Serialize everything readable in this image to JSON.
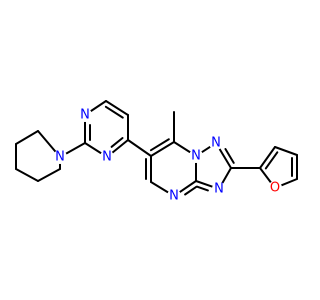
{
  "molecule": {
    "colors": {
      "bond": "#000000",
      "nitrogen": "#0000ff",
      "oxygen": "#ff0000",
      "background": "#ffffff"
    },
    "atoms": [
      {
        "id": "n_pip",
        "label": "N",
        "element": "nitrogen"
      },
      {
        "id": "n_pyr_a",
        "label": "N",
        "element": "nitrogen"
      },
      {
        "id": "n_pyr_b",
        "label": "N",
        "element": "nitrogen"
      },
      {
        "id": "n_tri_a",
        "label": "N",
        "element": "nitrogen"
      },
      {
        "id": "n_tri_b",
        "label": "N",
        "element": "nitrogen"
      },
      {
        "id": "n_bridge",
        "label": "N",
        "element": "nitrogen"
      },
      {
        "id": "n_tri_c",
        "label": "N",
        "element": "nitrogen"
      },
      {
        "id": "n_pym",
        "label": "N",
        "element": "nitrogen"
      },
      {
        "id": "o_furan",
        "label": "O",
        "element": "oxygen"
      }
    ]
  }
}
